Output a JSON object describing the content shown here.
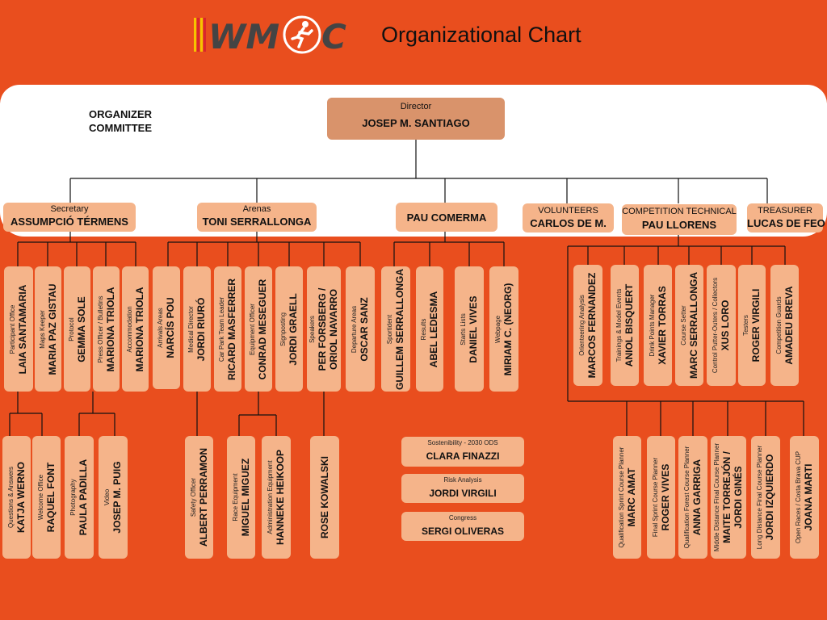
{
  "header": {
    "logo_text": "WMOC",
    "title": "Organizational Chart"
  },
  "committee": {
    "line1": "ORGANIZER",
    "line2": "COMMITTEE"
  },
  "director": {
    "role": "Director",
    "name": "JOSEP M. SANTIAGO"
  },
  "level1": [
    {
      "role": "Secretary",
      "name": "ASSUMPCIÓ TÉRMENS"
    },
    {
      "role": "Arenas",
      "name": "TONI SERRALLONGA"
    },
    {
      "role": "",
      "name": "PAU COMERMA"
    },
    {
      "role": "VOLUNTEERS",
      "name": "CARLOS DE M."
    },
    {
      "role": "COMPETITION TECHNICAL",
      "name": "PAU LLORENS"
    },
    {
      "role": "TREASURER",
      "name": "LUCAS DE FEO"
    }
  ],
  "staff": [
    {
      "role": "Participant Office",
      "name": "LAIA SANTAMARIA"
    },
    {
      "role": "Maps Keeper",
      "name": "MARIA PAZ GISTAU"
    },
    {
      "role": "Protocol",
      "name": "GEMMA SOLE"
    },
    {
      "role": "Press Officer / Bulletins",
      "name": "MARIONA TRIOLA"
    },
    {
      "role": "Accommodation",
      "name": "MARIONA TRIOLA"
    },
    {
      "role": "Arrivals Areas",
      "name": "NARCÍS POU"
    },
    {
      "role": "Medical Director",
      "name": "JORDI RIURÓ"
    },
    {
      "role": "Car Park Team Leader",
      "name": "RICARD MASFERRER"
    },
    {
      "role": "Equipment Officer",
      "name": "CONRAD MESEGUER"
    },
    {
      "role": "Signposting",
      "name": "JORDI GRAELL"
    },
    {
      "role": "Speakers",
      "name": "PER FORSBERG /",
      "name2": "ORIOL NAVARRO"
    },
    {
      "role": "Departure Areas",
      "name": "OSCAR SANZ"
    },
    {
      "role": "Sportident",
      "name": "GUILLEM SERRALLONGA"
    },
    {
      "role": "Results",
      "name": "ABEL LEDESMA"
    },
    {
      "role": "Starts Lists",
      "name": "DANIEL VIVES"
    },
    {
      "role": "Webpage",
      "name": "MIRIAM C. (NEORG)"
    },
    {
      "role": "Orienteering Analysis",
      "name": "MARCOS FERNANDEZ"
    },
    {
      "role": "Trainings & Model Events",
      "name": "ANIOL BISQUERT"
    },
    {
      "role": "Drink Points Manager",
      "name": "XAVIER TORRAS"
    },
    {
      "role": "Course Setter",
      "name": "MARC SERRALLONGA"
    },
    {
      "role": "Control Putter-Outers / Collectors",
      "name": "XUS LORO"
    },
    {
      "role": "Testers",
      "name": "ROGER VIRGILI"
    },
    {
      "role": "Competition Guards",
      "name": "AMADEU BREVA"
    }
  ],
  "sub_staff": [
    {
      "role": "Questions & Answers",
      "name": "KATJA WERNO"
    },
    {
      "role": "Welcome Office",
      "name": "RAQUEL FONT"
    },
    {
      "role": "Photography",
      "name": "PAULA PADILLA"
    },
    {
      "role": "Video",
      "name": "JOSEP M. PUIG"
    },
    {
      "role": "Safety Officer",
      "name": "ALBERT PERRAMON"
    },
    {
      "role": "Race Equipment",
      "name": "MIGUEL MIGUEZ"
    },
    {
      "role": "Administration Equipment",
      "name": "HANNEKE HEIKOOP"
    },
    {
      "role": "",
      "name": "ROSE KOWALSKI"
    },
    {
      "role": "Qualification Sprint Course Planner",
      "name": "MARC AMAT"
    },
    {
      "role": "Final Sprint Course Planner",
      "name": "ROGER VIVES"
    },
    {
      "role": "Qualification Forest Course Planner",
      "name": "ANNA GARRIGA"
    },
    {
      "role": "Middle Distance Final Course Planner",
      "name": "MAITE TORREJÓN /",
      "name2": "JORDI GINÉS"
    },
    {
      "role": "Long Distance Final Course Planner",
      "name": "JORDI IZQUIERDO"
    },
    {
      "role": "Open Races / Costa Brava CUP",
      "name": "JOANA MARTI"
    }
  ],
  "misc_boxes": [
    {
      "role": "Sostenibility - 2030 ODS",
      "name": "CLARA FINAZZI"
    },
    {
      "role": "Risk Analysis",
      "name": "JORDI VIRGILI"
    },
    {
      "role": "Congress",
      "name": "SERGI OLIVERAS"
    }
  ],
  "colors": {
    "background": "#e94e1e",
    "box": "#f5b48a",
    "director_box": "#d9936b",
    "band": "#ffffff",
    "lines": "#111111"
  }
}
